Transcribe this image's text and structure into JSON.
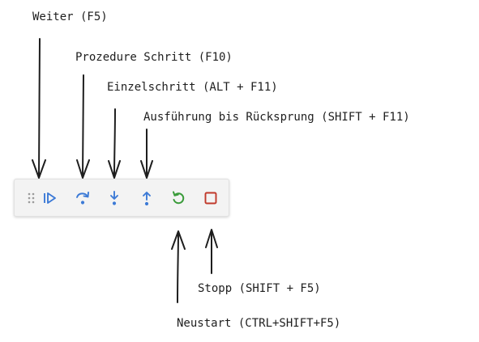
{
  "toolbar": {
    "buttons": [
      {
        "id": "drag-handle",
        "icon": "gripper-icon"
      },
      {
        "id": "continue",
        "icon": "continue-icon",
        "color": "#3c7ad6"
      },
      {
        "id": "step-over",
        "icon": "step-over-icon",
        "color": "#3c7ad6"
      },
      {
        "id": "step-into",
        "icon": "step-into-icon",
        "color": "#3c7ad6"
      },
      {
        "id": "step-out",
        "icon": "step-out-icon",
        "color": "#3c7ad6"
      },
      {
        "id": "restart",
        "icon": "restart-icon",
        "color": "#3a9b3a"
      },
      {
        "id": "stop",
        "icon": "stop-icon",
        "color": "#c0392b"
      }
    ]
  },
  "annotations": {
    "continue": "Weiter (F5)",
    "step_over": "Prozedure Schritt (F10)",
    "step_into": "Einzelschritt (ALT + F11)",
    "step_out": "Ausführung bis Rücksprung (SHIFT + F11)",
    "stop": "Stopp (SHIFT + F5)",
    "restart": "Neustart (CTRL+SHIFT+F5)"
  }
}
